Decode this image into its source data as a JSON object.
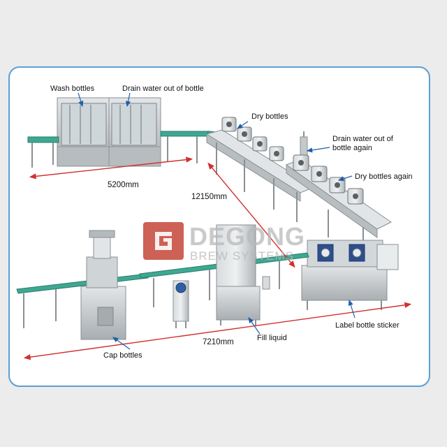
{
  "labels": {
    "wash_bottles": "Wash bottles",
    "drain_water": "Drain water out of bottle",
    "dry_bottles": "Dry bottles",
    "drain_again_line1": "Drain water out of",
    "drain_again_line2": "bottle again",
    "dry_again": "Dry bottles again",
    "label_sticker": "Label bottle sticker",
    "fill_liquid": "Fill liquid",
    "cap_bottles": "Cap bottles"
  },
  "dimensions": {
    "top_length": "5200mm",
    "diagonal_length": "12150mm",
    "bottom_length": "7210mm"
  },
  "watermark": {
    "brand": "DEGONG",
    "subtitle": "BREW SYSTEMS"
  },
  "colors": {
    "frame_border": "#5b9fd6",
    "dimension_line": "#d03030",
    "pointer": "#1e5fa8",
    "conveyor_belt": "#3ea892",
    "steel": "#c4c9cc"
  }
}
